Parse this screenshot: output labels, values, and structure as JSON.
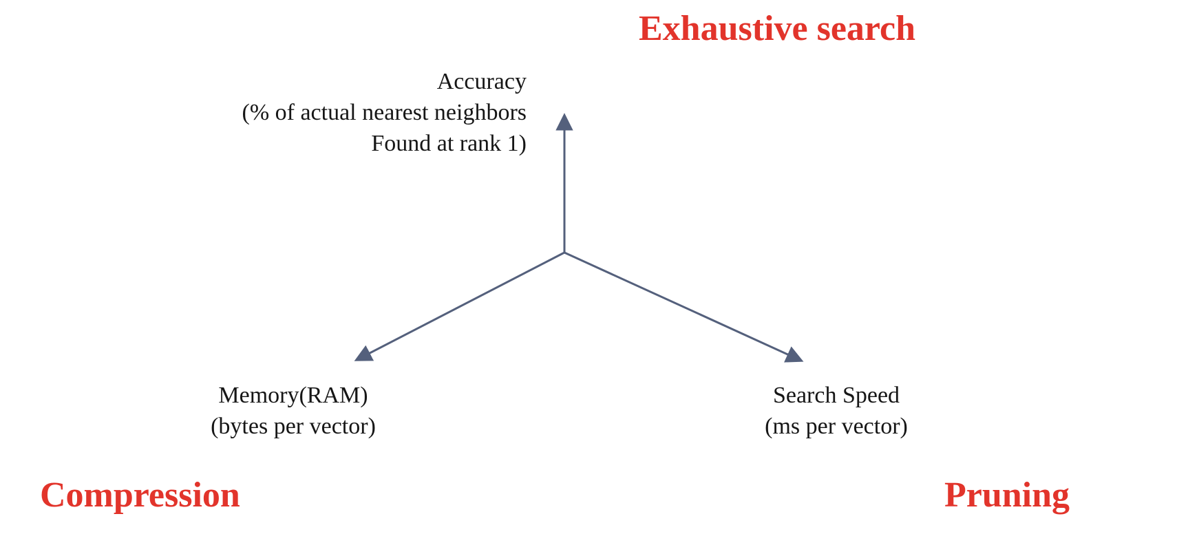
{
  "diagram": {
    "corner_labels": {
      "top_right": "Exhaustive search",
      "bottom_left": "Compression",
      "bottom_right": "Pruning"
    },
    "axes": {
      "accuracy": {
        "line1": "Accuracy",
        "line2": "(% of actual nearest neighbors",
        "line3": "Found at rank 1)"
      },
      "memory": {
        "line1": "Memory(RAM)",
        "line2": "(bytes per vector)"
      },
      "speed": {
        "line1": "Search Speed",
        "line2": "(ms per vector)"
      }
    },
    "colors": {
      "accent_red": "#e2342b",
      "axis_stroke": "#54607c",
      "text": "#161616",
      "background": "#ffffff"
    }
  }
}
